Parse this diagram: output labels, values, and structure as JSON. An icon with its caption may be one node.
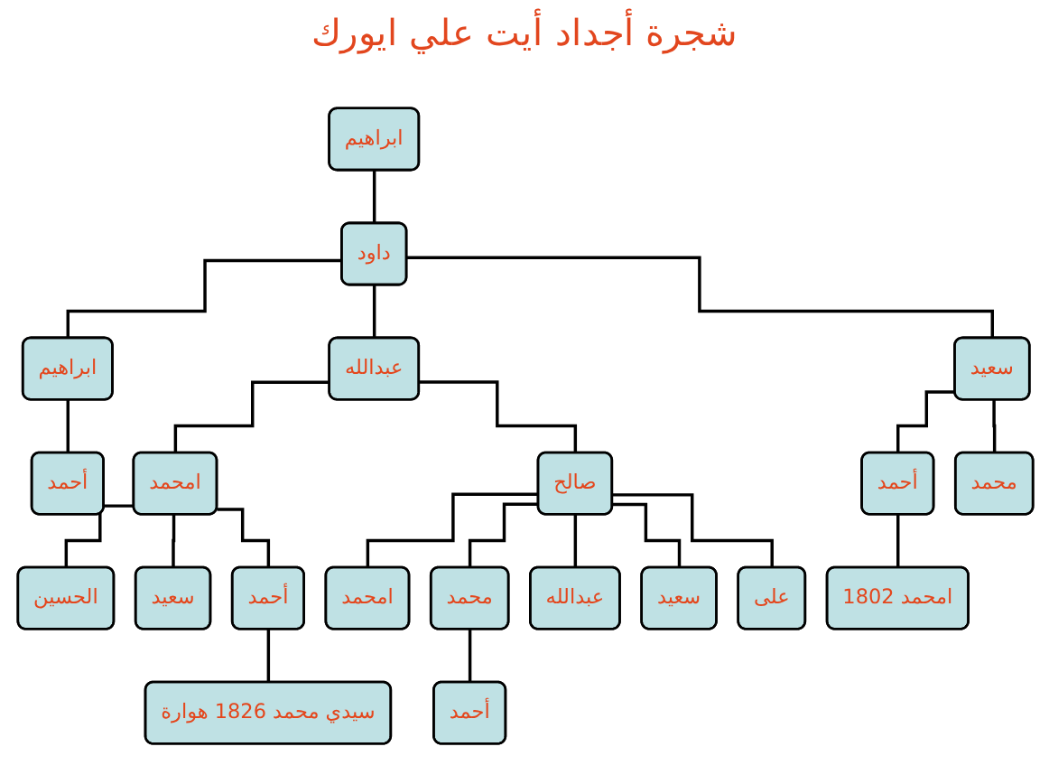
{
  "diagram": {
    "title": "شجرة أجداد أيت علي ايورك",
    "nodes": [
      {
        "text": [
          "ابراهيم"
        ]
      },
      {
        "text": [
          "داود"
        ]
      },
      {
        "text": [
          "ابراهيم"
        ]
      },
      {
        "text": [
          "عبدالله"
        ]
      },
      {
        "text": [
          "سعيد"
        ]
      },
      {
        "text": [
          "أحمد"
        ]
      },
      {
        "text": [
          "امحمد"
        ]
      },
      {
        "text": [
          "صالح"
        ]
      },
      {
        "text": [
          "أحمد"
        ]
      },
      {
        "text": [
          "محمد"
        ]
      },
      {
        "text": [
          "الحسين"
        ]
      },
      {
        "text": [
          "سعيد"
        ]
      },
      {
        "text": [
          "أحمد"
        ]
      },
      {
        "text": [
          "امحمد"
        ]
      },
      {
        "text": [
          "محمد"
        ]
      },
      {
        "text": [
          "عبدالله"
        ]
      },
      {
        "text": [
          "سعيد"
        ]
      },
      {
        "text": [
          "على"
        ]
      },
      {
        "text": [
          "امحمد 1802"
        ]
      },
      {
        "text": [
          "سيدي محمد 1826 هوارة"
        ]
      },
      {
        "text": [
          "أحمد"
        ]
      }
    ],
    "edges": [
      {
        "from": 0,
        "to": 1,
        "arrow": "none"
      },
      {
        "from": 1,
        "to": 2,
        "arrow": "none"
      },
      {
        "from": 1,
        "to": 3,
        "arrow": "none"
      },
      {
        "from": 1,
        "to": 4,
        "arrow": "none"
      },
      {
        "from": 2,
        "to": 5,
        "arrow": "none"
      },
      {
        "from": 3,
        "to": 6,
        "arrow": "none"
      },
      {
        "from": 3,
        "to": 7,
        "arrow": "none"
      },
      {
        "from": 4,
        "to": 8,
        "arrow": "none"
      },
      {
        "from": 4,
        "to": 9,
        "arrow": "none"
      },
      {
        "from": 6,
        "to": 10,
        "arrow": "none"
      },
      {
        "from": 6,
        "to": 11,
        "arrow": "none"
      },
      {
        "from": 6,
        "to": 12,
        "arrow": "none"
      },
      {
        "from": 7,
        "to": 13,
        "arrow": "none"
      },
      {
        "from": 7,
        "to": 14,
        "arrow": "none"
      },
      {
        "from": 7,
        "to": 15,
        "arrow": "none"
      },
      {
        "from": 7,
        "to": 16,
        "arrow": "none"
      },
      {
        "from": 7,
        "to": 17,
        "arrow": "none"
      },
      {
        "from": 8,
        "to": 18,
        "arrow": "none"
      },
      {
        "from": 12,
        "to": 19,
        "arrow": "none"
      },
      {
        "from": 14,
        "to": 20,
        "arrow": "none"
      }
    ]
  }
}
